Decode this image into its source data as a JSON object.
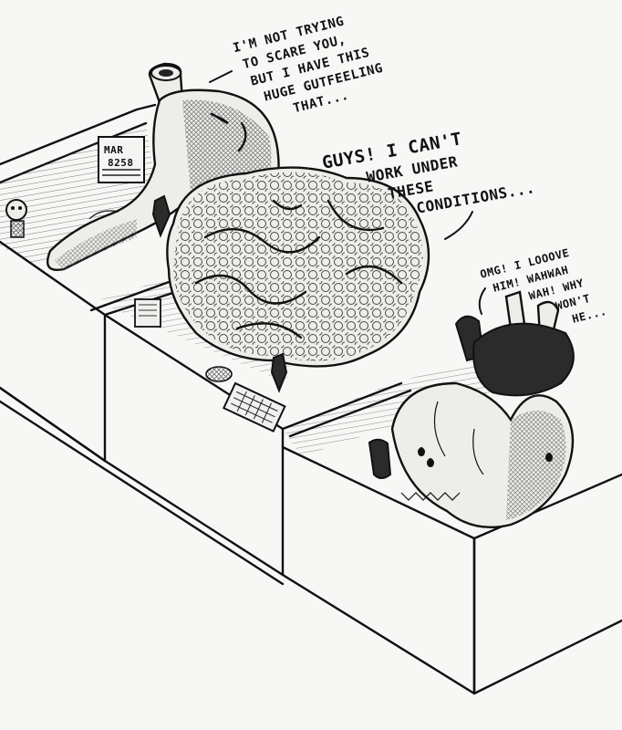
{
  "bubbles": {
    "stomach": {
      "lines": [
        "I'M NOT TRYING",
        "TO SCARE YOU,",
        "BUT I HAVE THIS",
        "HUGE GUTFEELING",
        "THAT..."
      ]
    },
    "brain": {
      "lines": [
        "GUYS! I CAN'T",
        "WORK UNDER",
        "THESE",
        "CONDITIONS..."
      ]
    },
    "heart": {
      "lines": [
        "OMG! I LOOOVE",
        "HIM! WAHWAH",
        "WAH! WHY",
        "WON'T",
        "HE..."
      ]
    }
  },
  "calendar": {
    "lines": [
      "MAR",
      "8258"
    ]
  },
  "colors": {
    "ink": "#111111",
    "paper": "#f7f7f5",
    "shade": "#2b2b2b"
  }
}
